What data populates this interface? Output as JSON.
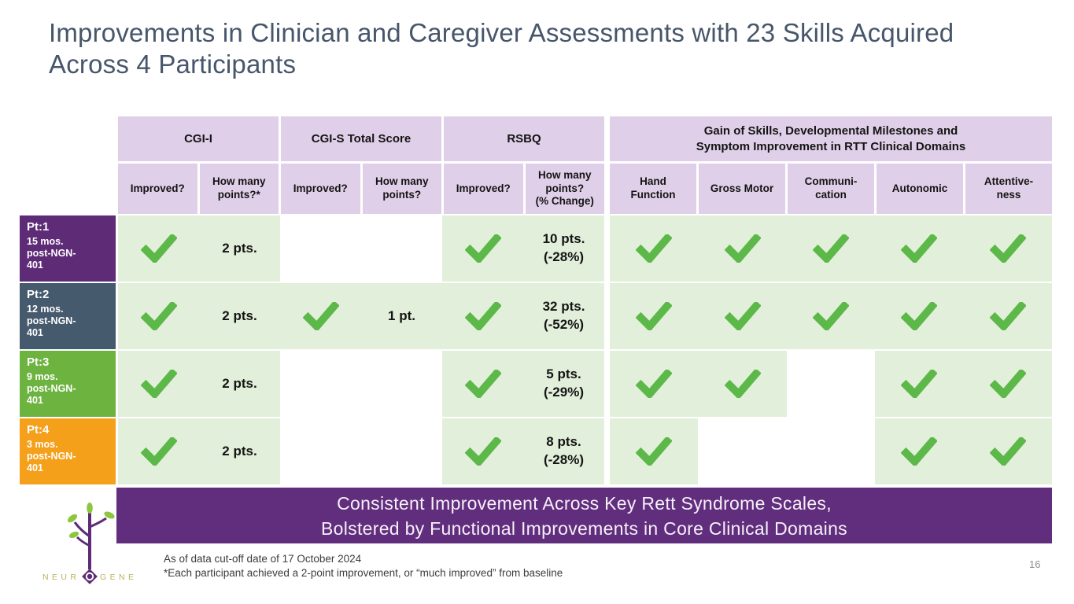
{
  "title": "Improvements in Clinician and Caregiver Assessments with 23 Skills Acquired Across 4 Participants",
  "page_number": "16",
  "logo": {
    "wordmark_left": "NEUR",
    "wordmark_right": "GENE",
    "tree_icon": "tree-with-leaves-and-diamond-root"
  },
  "banner": {
    "line1": "Consistent Improvement Across Key Rett Syndrome Scales,",
    "line2": "Bolstered by Functional Improvements in Core Clinical Domains"
  },
  "footnotes": {
    "line1": "As of data cut-off date of 17 October 2024",
    "line2": "*Each participant achieved a 2-point improvement, or “much improved” from baseline"
  },
  "colors": {
    "title_text": "#47566b",
    "header_lavender": "#e0cfe8",
    "cell_green": "#e2efda",
    "check_green": "#5cb848",
    "banner_purple": "#612e7d",
    "logo_gold": "#b9b35c",
    "logo_leaf_green": "#8dc63f",
    "patient": {
      "purple": "#5e2b77",
      "slate": "#465a6e",
      "green": "#6db33f",
      "orange": "#f5a01b"
    }
  },
  "table": {
    "groups": [
      {
        "id": "cgi_i",
        "label": "CGI-I",
        "subcolumns": [
          "Improved?",
          "How many\npoints?*"
        ]
      },
      {
        "id": "cgi_s",
        "label": "CGI-S Total Score",
        "subcolumns": [
          "Improved?",
          "How many\npoints?"
        ]
      },
      {
        "id": "rsbq",
        "label": "RSBQ",
        "subcolumns": [
          "Improved?",
          "How many\npoints?\n(% Change)"
        ]
      }
    ],
    "domains_group": {
      "label": "Gain of Skills, Developmental Milestones and\nSymptom Improvement in RTT Clinical Domains",
      "subcolumns": [
        "Hand\nFunction",
        "Gross Motor",
        "Communi-\ncation",
        "Autonomic",
        "Attentive-\nness"
      ]
    },
    "rows": [
      {
        "patient": "Pt:1",
        "timepoint": "15 mos.\npost-NGN-\n401",
        "color_key": "purple",
        "scales": {
          "cgi_i": {
            "check": true,
            "points": "2 pts."
          },
          "cgi_s": {
            "check": false,
            "points": ""
          },
          "rsbq": {
            "check": true,
            "points": "10 pts.\n(-28%)"
          }
        },
        "domains": [
          true,
          true,
          true,
          true,
          true
        ]
      },
      {
        "patient": "Pt:2",
        "timepoint": "12 mos.\npost-NGN-\n401",
        "color_key": "slate",
        "scales": {
          "cgi_i": {
            "check": true,
            "points": "2 pts."
          },
          "cgi_s": {
            "check": true,
            "points": "1 pt."
          },
          "rsbq": {
            "check": true,
            "points": "32 pts.\n(-52%)"
          }
        },
        "domains": [
          true,
          true,
          true,
          true,
          true
        ]
      },
      {
        "patient": "Pt:3",
        "timepoint": "9 mos.\npost-NGN-\n401",
        "color_key": "green",
        "scales": {
          "cgi_i": {
            "check": true,
            "points": "2 pts."
          },
          "cgi_s": {
            "check": false,
            "points": ""
          },
          "rsbq": {
            "check": true,
            "points": "5 pts.\n(-29%)"
          }
        },
        "domains": [
          true,
          true,
          false,
          true,
          true
        ]
      },
      {
        "patient": "Pt:4",
        "timepoint": "3 mos.\npost-NGN-\n401",
        "color_key": "orange",
        "scales": {
          "cgi_i": {
            "check": true,
            "points": "2 pts."
          },
          "cgi_s": {
            "check": false,
            "points": ""
          },
          "rsbq": {
            "check": true,
            "points": "8 pts.\n(-28%)"
          }
        },
        "domains": [
          true,
          false,
          false,
          true,
          true
        ]
      }
    ]
  }
}
